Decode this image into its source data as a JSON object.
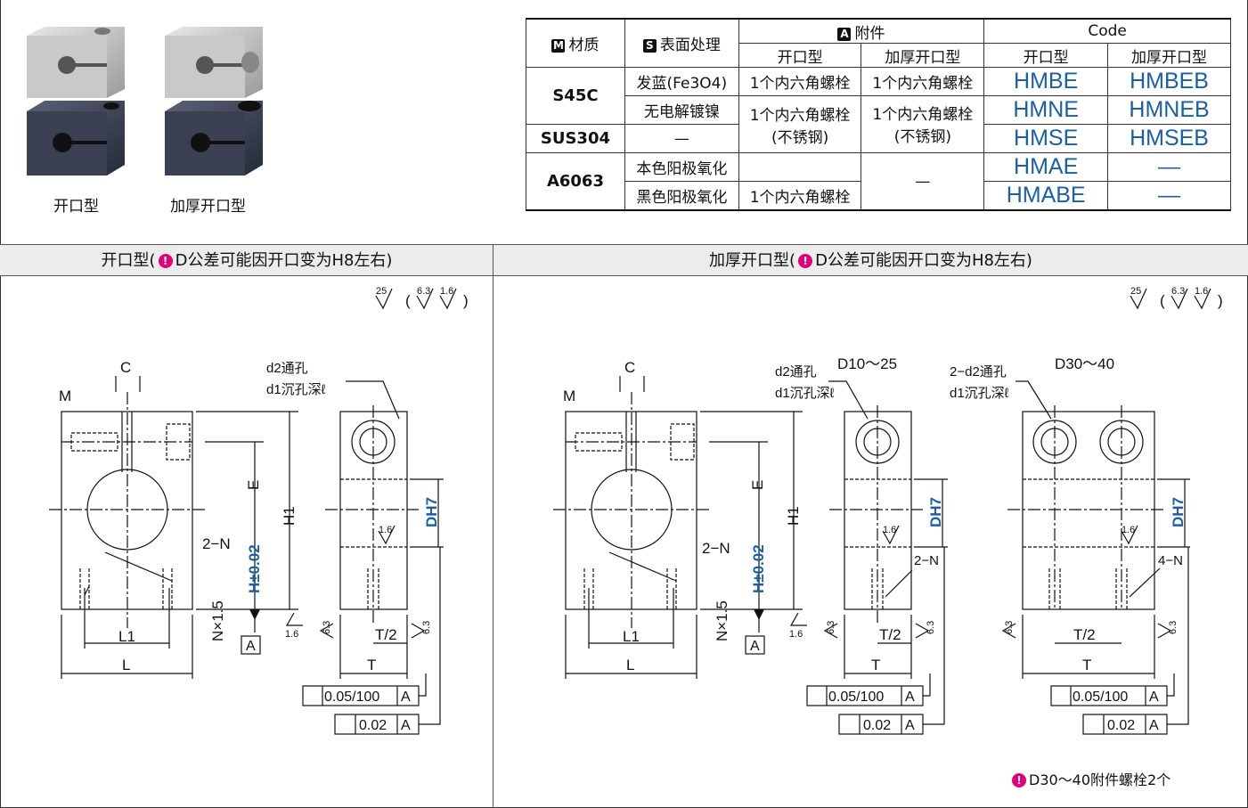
{
  "photos": {
    "caption_open": "开口型",
    "caption_thick": "加厚开口型"
  },
  "table": {
    "header": {
      "material": "材质",
      "material_badge": "M",
      "surface": "表面处理",
      "surface_badge": "S",
      "accessory": "附件",
      "accessory_badge": "A",
      "code": "Code",
      "sub_open": "开口型",
      "sub_thick": "加厚开口型"
    },
    "rows": [
      {
        "material": "S45C",
        "surface": "发蓝(Fe3O4)",
        "acc_open": "1个内六角螺栓",
        "acc_thick": "1个内六角螺栓",
        "code_open": "HMBE",
        "code_thick": "HMBEB"
      },
      {
        "surface": "无电解镀镍",
        "acc_open": "1个内六角螺栓",
        "acc_open_2": "(不锈钢)",
        "acc_thick": "1个内六角螺栓",
        "acc_thick_2": "(不锈钢)",
        "code_open": "HMNE",
        "code_thick": "HMNEB"
      },
      {
        "material": "SUS304",
        "surface": "—",
        "code_open": "HMSE",
        "code_thick": "HMSEB"
      },
      {
        "material": "A6063",
        "surface": "本色阳极氧化",
        "acc_thick": "—",
        "code_open": "HMAE",
        "code_thick": "—"
      },
      {
        "surface": "黑色阳极氧化",
        "acc_open": "1个内六角螺栓",
        "code_open": "HMABE",
        "code_thick": "—"
      }
    ]
  },
  "sections": {
    "open_title": "开口型(",
    "thick_title": "加厚开口型(",
    "tolerance_note": "D公差可能因开口变为H8左右)",
    "note_icon": "exclamation-icon"
  },
  "drawing": {
    "roughness_main": "25",
    "roughness_a": "6.3",
    "roughness_b": "1.6",
    "label_C": "C",
    "label_M": "M",
    "label_E": "E",
    "label_H1": "H1",
    "label_H": "H±0.02",
    "label_N": "N×1.5",
    "label_2N": "2−N",
    "label_4N": "4−N",
    "label_L1": "L1",
    "label_L": "L",
    "label_A": "A",
    "label_D": "DH7",
    "label_T": "T",
    "label_T2": "T/2",
    "label_d2": "d2通孔",
    "label_d1": "d1沉孔深ℓ",
    "label_2d2": "2−d2通孔",
    "label_range1": "D10～25",
    "label_range2": "D30～40",
    "tol_perp": "0.05/100",
    "tol_par": "0.02",
    "surf_16": "1.6",
    "surf_63": "6.3"
  },
  "footnote": "D30～40附件螺栓2个",
  "colors": {
    "code_blue": "#1a5fa8",
    "dim_blue": "#1a5fa8",
    "note_pink": "#e2007a"
  }
}
